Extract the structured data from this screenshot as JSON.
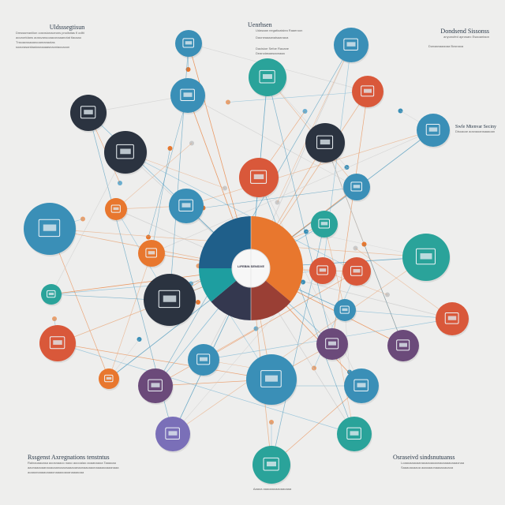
{
  "colors": {
    "background": "#eeeeed",
    "blue": "#3a8fb7",
    "teal": "#2aa39a",
    "orange": "#e8772e",
    "red": "#d9583a",
    "navy": "#2b3340",
    "purple": "#6b4a7a",
    "lavender": "#7a6fb8"
  },
  "labels": {
    "top_left": {
      "title": "Uldsssegtisun",
      "lines": [
        "Dmsssreaniiion cosnsionaceons pnoiisitas fl odltt",
        "aouroeldans aossvanuoaaconaaanotat tlacaao",
        "Tnsoacssaaarooanranaotas",
        "soaorasaniiaaiosnaaaasnaoniaocaoon"
      ]
    },
    "top_center": {
      "title": "Uenrhsen",
      "lines": [
        "Udasaan negatioaisiea Raaeroon",
        "Daoneaaaanaisaanaoa",
        "Dacisioe Sefoe Raoane",
        "Deanoiasaasaonaaa"
      ]
    },
    "top_right": {
      "title": "Dondsend Sissonss",
      "lines": [
        "anyunufed aprosarc Esaoantaon",
        "Dunaanaaaoaa Bosnaoa"
      ]
    },
    "right_mid": {
      "title": "Swfe Mtenvar Seciny",
      "lines": [
        "Disoaoar aosnaoansaaaoan"
      ]
    },
    "center": {
      "title": "LIFEBIN SENSIVE"
    },
    "bottom_left": {
      "title": "Rssgenst Axregnations tenstntus",
      "lines": [
        "Rainaoaaoasa aoosnaaoo naao aoooaiao aoaanaaoa Taaaoaa",
        "aaonaaaoaanaoaoaanoaaosaaaoanaanaaoaaonaaaaaoaaanaaa",
        "aoaaonaaaaoaaaonaaaaoaoanaaaaoaa"
      ]
    },
    "bottom_right": {
      "title": "Osraseivd sindsnutuanss",
      "lines": [
        "Loaaoaaaoaanaoaaoaoaanaoaaaaoaaaonaa",
        "Saaaoaoaaoa aaaoaaonaaaaoaoaoa"
      ]
    },
    "bottom_center": "Aaaoa aaaoaaoaaoaaoaaa"
  }
}
